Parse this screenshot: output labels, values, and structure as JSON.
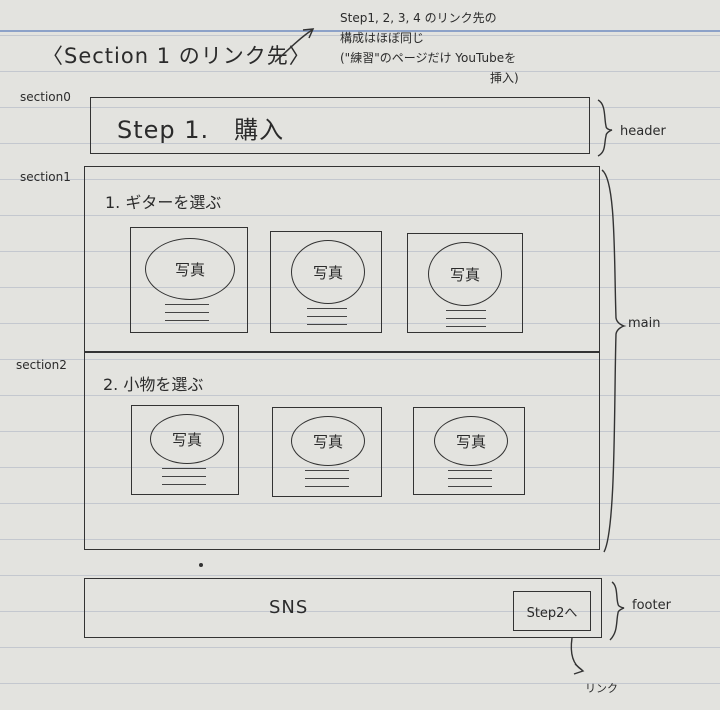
{
  "title_note": "〈Section 1 のリンク先〉",
  "side_note": {
    "lines": [
      "Step1, 2, 3, 4 のリンク先の",
      "構成はほぼ同じ",
      "(\"練習\"のページだけ YouTubeを",
      "挿入)"
    ]
  },
  "sections": {
    "section0_label": "section0",
    "section1_label": "section1",
    "section2_label": "section2"
  },
  "header": {
    "title": "Step 1.　購入",
    "annotation": "header"
  },
  "main": {
    "annotation": "main",
    "section1": {
      "heading": "1. ギターを選ぶ",
      "cards": [
        {
          "photo": "写真"
        },
        {
          "photo": "写真"
        },
        {
          "photo": "写真"
        }
      ]
    },
    "section2": {
      "heading": "2. 小物を選ぶ",
      "cards": [
        {
          "photo": "写真"
        },
        {
          "photo": "写真"
        },
        {
          "photo": "写真"
        }
      ]
    }
  },
  "footer": {
    "annotation": "footer",
    "sns_label": "SNS",
    "step2_button": "Step2へ",
    "link_note": "リンク"
  }
}
